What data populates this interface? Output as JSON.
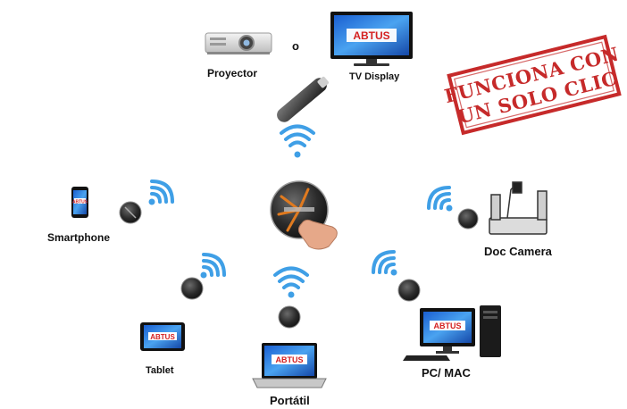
{
  "labels": {
    "projector": "Proyector",
    "connector": "o",
    "tv": "TV Display",
    "smartphone": "Smartphone",
    "doc_camera": "Doc Camera",
    "tablet": "Tablet",
    "laptop": "Portátil",
    "pc": "PC/ MAC"
  },
  "stamp": {
    "line1": "FUNCIONA CON",
    "line2": "UN SOLO CLIC",
    "color": "#c62a2a"
  },
  "brand": "ABTUS",
  "colors": {
    "wifi": "#3f9fe6",
    "puck": "#2b2b2b",
    "screen": "#1d6fd6",
    "accent_orange": "#e07a1f"
  }
}
